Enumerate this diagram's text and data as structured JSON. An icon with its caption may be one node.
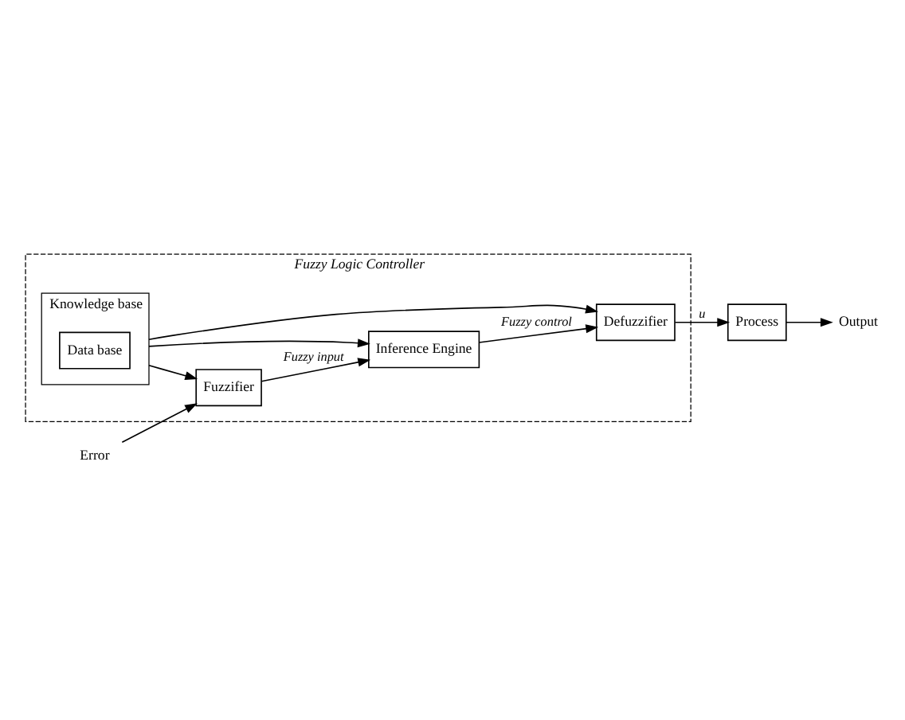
{
  "diagram": {
    "nodes": [
      {
        "text": [
          "Fuzzy Logic Controller"
        ]
      },
      {
        "text": [
          "Knowledge base"
        ],
        "in": 0
      },
      {
        "text": [
          "Data base"
        ],
        "in": 1
      },
      {
        "text": [
          "Fuzzifier"
        ],
        "in": 0
      },
      {
        "text": [
          "Defuzzifier"
        ],
        "in": 0
      },
      {
        "text": [
          "Inference Engine"
        ],
        "in": 0
      },
      {
        "text": [
          "Error"
        ]
      },
      {
        "text": [
          "Process"
        ]
      },
      {
        "text": [
          "Output"
        ]
      }
    ],
    "edges": [
      {
        "from": 6,
        "to": 3,
        "arrow": "to"
      },
      {
        "from": 1,
        "to": 3,
        "arrow": "to"
      },
      {
        "from": 1,
        "to": 4,
        "arrow": "to"
      },
      {
        "from": 1,
        "to": 5,
        "arrow": "to"
      },
      {
        "from": 3,
        "to": 5,
        "arrow": "to",
        "label": "Fuzzy input"
      },
      {
        "from": 5,
        "to": 4,
        "arrow": "to",
        "label": "Fuzzy control"
      },
      {
        "from": 4,
        "to": 7,
        "arrow": "to",
        "label": "u"
      },
      {
        "from": 7,
        "to": 8,
        "arrow": "to"
      }
    ]
  }
}
